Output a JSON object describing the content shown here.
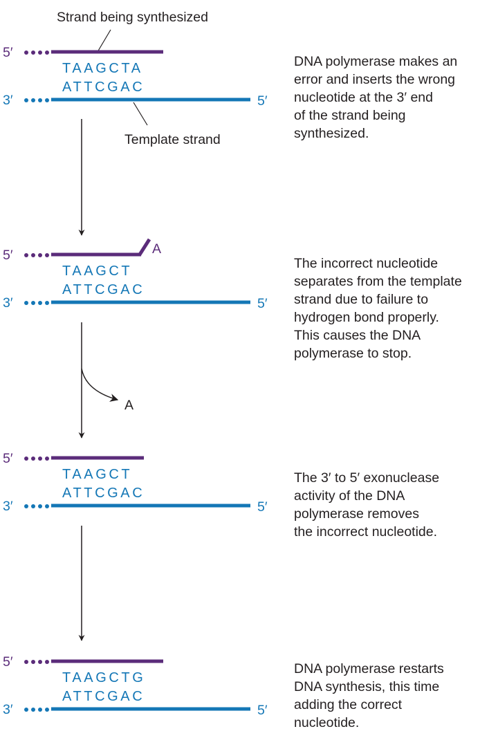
{
  "labels": {
    "five_prime": "5′",
    "three_prime": "3′",
    "strand_being_synthesized": "Strand being synthesized",
    "template_strand": "Template strand",
    "removed_nucleotide": "A"
  },
  "colors": {
    "synthesized_strand": "#5b2c7a",
    "template_strand": "#1477b6",
    "text": "#231f20"
  },
  "steps": [
    {
      "top_seq": "TAAGCTA",
      "bottom_seq": "ATTCGAC",
      "mismatched_nucleotide": "",
      "description": [
        "DNA polymerase makes an",
        "error and inserts the wrong",
        "nucleotide at the 3′ end",
        "of the strand being",
        "synthesized."
      ]
    },
    {
      "top_seq": "TAAGCT",
      "bottom_seq": "ATTCGAC",
      "mismatched_nucleotide": "A",
      "description": [
        "The incorrect nucleotide",
        "separates from the template",
        "strand due to failure to",
        "hydrogen bond properly.",
        "This causes the DNA",
        "polymerase to stop."
      ]
    },
    {
      "top_seq": "TAAGCT",
      "bottom_seq": "ATTCGAC",
      "mismatched_nucleotide": "",
      "description": [
        "The 3′ to 5′ exonuclease",
        "activity of the DNA",
        "polymerase removes",
        "the incorrect nucleotide."
      ]
    },
    {
      "top_seq": "TAAGCTG",
      "bottom_seq": "ATTCGAC",
      "mismatched_nucleotide": "",
      "description": [
        "DNA polymerase restarts",
        "DNA synthesis, this time",
        "adding the correct",
        "nucleotide."
      ]
    }
  ]
}
